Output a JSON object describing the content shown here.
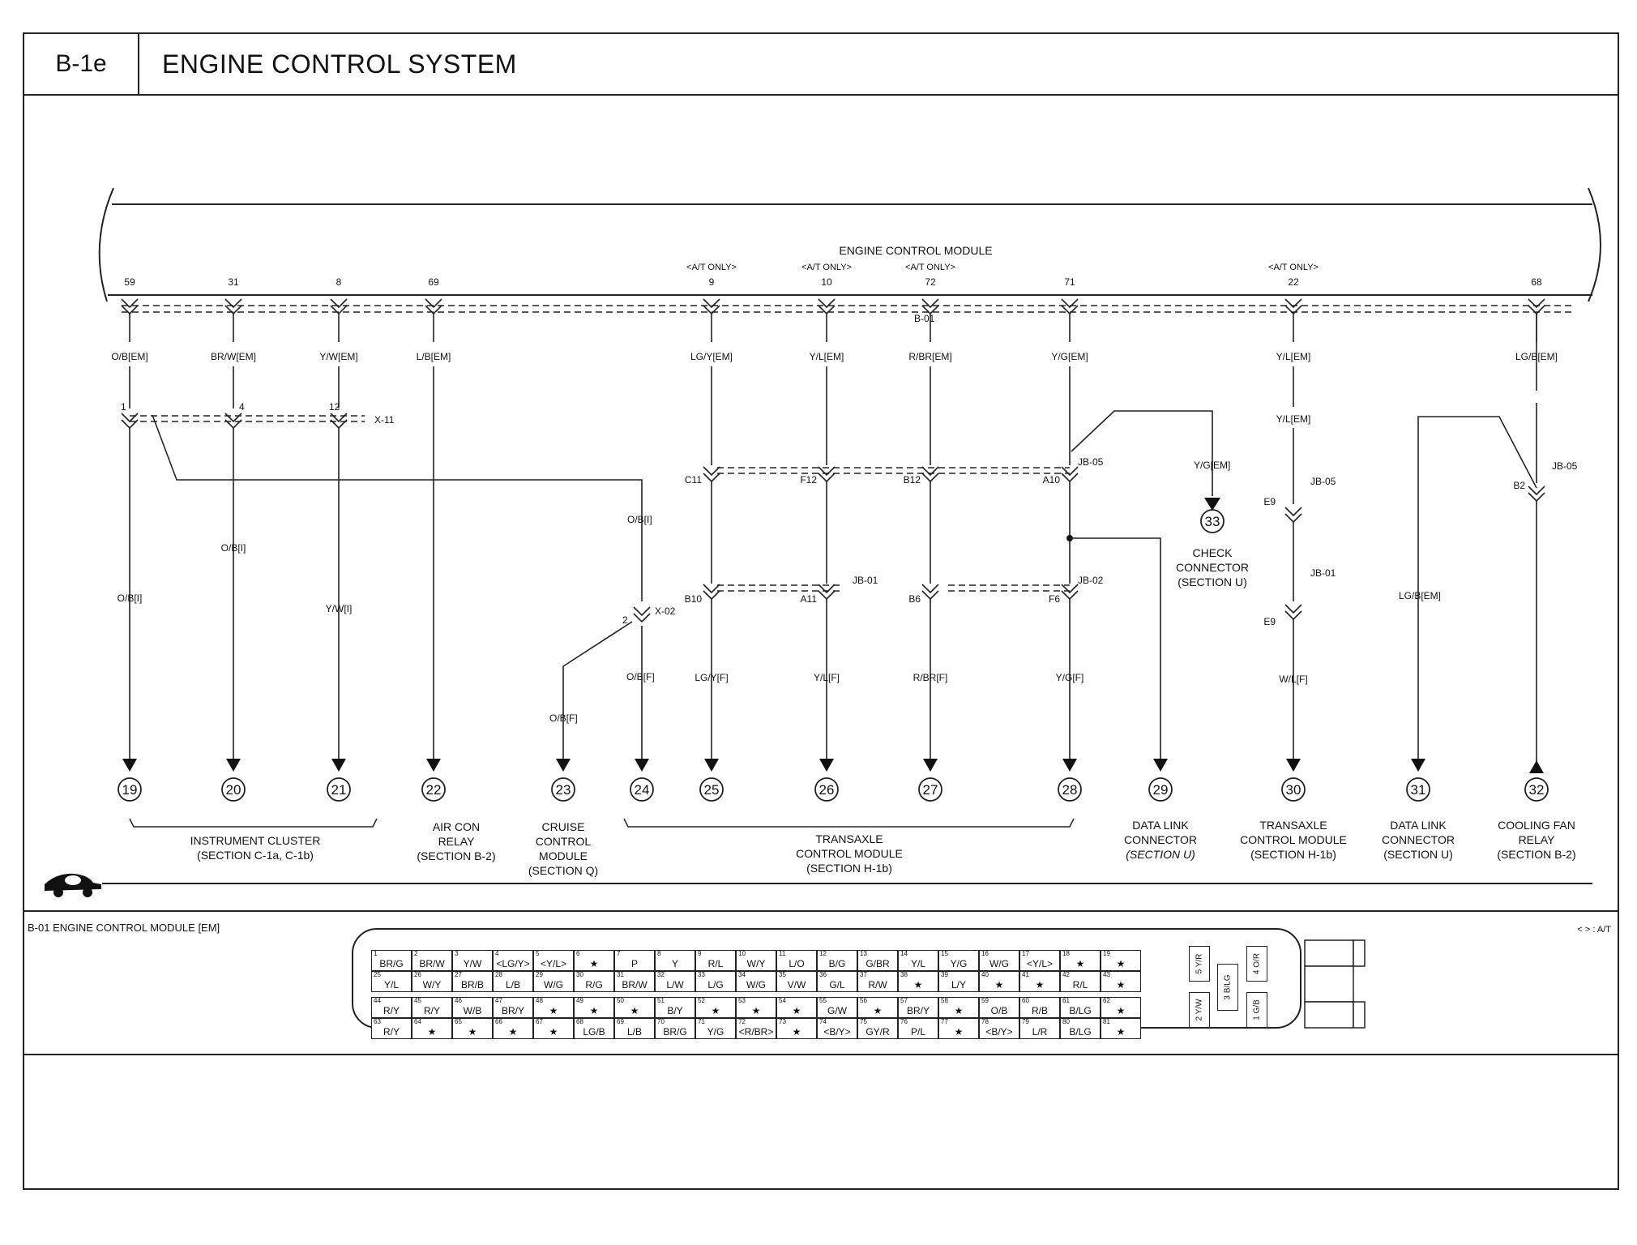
{
  "header": {
    "code": "B-1e",
    "title": "ENGINE CONTROL SYSTEM"
  },
  "module_label": "ENGINE CONTROL MODULE",
  "at_only_label": "<A/T ONLY>",
  "connector_code": "B-01",
  "wires": [
    {
      "pin": "59",
      "at_only": false,
      "em_color": "O/B[EM]",
      "splice": {
        "id": "X-11",
        "pin": "1"
      },
      "lower_color": "O/B[I]",
      "ref": "19"
    },
    {
      "pin": "31",
      "at_only": false,
      "em_color": "BR/W[EM]",
      "splice": {
        "id": "",
        "pin": "4"
      },
      "lower_color": "O/B[I]",
      "ref": "20"
    },
    {
      "pin": "8",
      "at_only": false,
      "em_color": "Y/W[EM]",
      "splice": {
        "id": "X-11",
        "pin": "12"
      },
      "lower_color": "Y/W[I]",
      "ref": "21"
    },
    {
      "pin": "69",
      "at_only": false,
      "em_color": "L/B[EM]",
      "lower_color": "",
      "ref": "22"
    },
    {
      "pin": "9",
      "at_only": true,
      "em_color": "LG/Y[EM]",
      "jb05": "C11",
      "jb01": "B10",
      "lower_color": "LG/Y[F]",
      "ref": "25"
    },
    {
      "pin": "10",
      "at_only": true,
      "em_color": "Y/L[EM]",
      "jb05": "F12",
      "jb01": "A11",
      "lower_color": "Y/L[F]",
      "ref": "26"
    },
    {
      "pin": "72",
      "at_only": true,
      "em_color": "R/BR[EM]",
      "jb05": "B12",
      "jb02": "B6",
      "lower_color": "R/BR[F]",
      "ref": "27"
    },
    {
      "pin": "71",
      "at_only": false,
      "em_color": "Y/G[EM]",
      "jb05": "A10",
      "jb02": "F6",
      "lower_color": "Y/G[F]",
      "ref": "28"
    },
    {
      "pin": "22",
      "at_only": true,
      "em_color": "Y/L[EM]",
      "jb05": "E9",
      "jb01": "E9",
      "lower_color": "W/L[F]",
      "ref": "30"
    },
    {
      "pin": "68",
      "at_only": false,
      "em_color": "LG/B[EM]",
      "jb05": "B2",
      "lower_color": "LG/B[EM]",
      "ref": "32"
    }
  ],
  "x02": {
    "id": "X-02",
    "pin": "2",
    "upper_color": "O/B[I]",
    "right_color": "O/B[F]",
    "left_color": "O/B[F]"
  },
  "check_branch_color": "Y/G[EM]",
  "junction_labels": {
    "jb05": "JB-05",
    "jb01": "JB-01",
    "jb02": "JB-02"
  },
  "refs": {
    "23": "23",
    "24": "24",
    "29": "29",
    "31": "31",
    "33": "33"
  },
  "destinations": {
    "instrument": [
      "INSTRUMENT CLUSTER",
      "(SECTION C-1a, C-1b)"
    ],
    "aircon": [
      "AIR CON",
      "RELAY",
      "(SECTION B-2)"
    ],
    "cruise": [
      "CRUISE",
      "CONTROL",
      "MODULE",
      "(SECTION Q)"
    ],
    "transaxle_bracket": [
      "TRANSAXLE",
      "CONTROL MODULE",
      "(SECTION H-1b)"
    ],
    "dlc29": [
      "DATA LINK",
      "CONNECTOR",
      "(SECTION U)"
    ],
    "tcm30": [
      "TRANSAXLE",
      "CONTROL MODULE",
      "(SECTION H-1b)"
    ],
    "dlc31": [
      "DATA LINK",
      "CONNECTOR",
      "(SECTION U)"
    ],
    "fan": [
      "COOLING FAN",
      "RELAY",
      "(SECTION B-2)"
    ],
    "check": [
      "CHECK",
      "CONNECTOR",
      "(SECTION U)"
    ]
  },
  "connector_view": {
    "title": "B-01 ENGINE CONTROL MODULE [EM]",
    "note": "< > : A/T",
    "row1": [
      [
        "1",
        "BR/G"
      ],
      [
        "2",
        "BR/W"
      ],
      [
        "3",
        "Y/W"
      ],
      [
        "4",
        "<LG/Y>"
      ],
      [
        "5",
        "<Y/L>"
      ],
      [
        "6",
        "★"
      ],
      [
        "7",
        "P"
      ],
      [
        "8",
        "Y"
      ],
      [
        "9",
        "R/L"
      ],
      [
        "10",
        "W/Y"
      ],
      [
        "11",
        "L/O"
      ],
      [
        "12",
        "B/G"
      ],
      [
        "13",
        "G/BR"
      ],
      [
        "14",
        "Y/L"
      ],
      [
        "15",
        "Y/G"
      ],
      [
        "16",
        "W/G"
      ],
      [
        "17",
        "<Y/L>"
      ],
      [
        "18",
        "★"
      ],
      [
        "19",
        "★"
      ]
    ],
    "row2": [
      [
        "25",
        "Y/L"
      ],
      [
        "26",
        "W/Y"
      ],
      [
        "27",
        "BR/B"
      ],
      [
        "28",
        "L/B"
      ],
      [
        "29",
        "W/G"
      ],
      [
        "30",
        "R/G"
      ],
      [
        "31",
        "BR/W"
      ],
      [
        "32",
        "L/W"
      ],
      [
        "33",
        "L/G"
      ],
      [
        "34",
        "W/G"
      ],
      [
        "35",
        "V/W"
      ],
      [
        "36",
        "G/L"
      ],
      [
        "37",
        "R/W"
      ],
      [
        "38",
        "★"
      ],
      [
        "39",
        "L/Y"
      ],
      [
        "40",
        "★"
      ],
      [
        "41",
        "★"
      ],
      [
        "42",
        "R/L"
      ],
      [
        "43",
        "★"
      ]
    ],
    "row3": [
      [
        "44",
        "R/Y"
      ],
      [
        "45",
        "R/Y"
      ],
      [
        "46",
        "W/B"
      ],
      [
        "47",
        "BR/Y"
      ],
      [
        "48",
        "★"
      ],
      [
        "49",
        "★"
      ],
      [
        "50",
        "★"
      ],
      [
        "51",
        "B/Y"
      ],
      [
        "52",
        "★"
      ],
      [
        "53",
        "★"
      ],
      [
        "54",
        "★"
      ],
      [
        "55",
        "G/W"
      ],
      [
        "56",
        "★"
      ],
      [
        "57",
        "BR/Y"
      ],
      [
        "58",
        "★"
      ],
      [
        "59",
        "O/B"
      ],
      [
        "60",
        "R/B"
      ],
      [
        "61",
        "B/LG"
      ],
      [
        "62",
        "★"
      ]
    ],
    "row4": [
      [
        "63",
        "R/Y"
      ],
      [
        "64",
        "★"
      ],
      [
        "65",
        "★"
      ],
      [
        "66",
        "★"
      ],
      [
        "67",
        "★"
      ],
      [
        "68",
        "LG/B"
      ],
      [
        "69",
        "L/B"
      ],
      [
        "70",
        "BR/G"
      ],
      [
        "71",
        "Y/G"
      ],
      [
        "72",
        "<R/BR>"
      ],
      [
        "73",
        "★"
      ],
      [
        "74",
        "<B/Y>"
      ],
      [
        "75",
        "GY/R"
      ],
      [
        "76",
        "P/L"
      ],
      [
        "77",
        "★"
      ],
      [
        "78",
        "<B/Y>"
      ],
      [
        "79",
        "L/R"
      ],
      [
        "80",
        "B/LG"
      ],
      [
        "81",
        "★"
      ]
    ],
    "side_pins": [
      [
        "5",
        "Y/R"
      ],
      [
        "4",
        "O/R"
      ],
      [
        "3",
        "B/LG"
      ],
      [
        "2",
        "Y/W"
      ],
      [
        "1",
        "G/B"
      ]
    ]
  }
}
